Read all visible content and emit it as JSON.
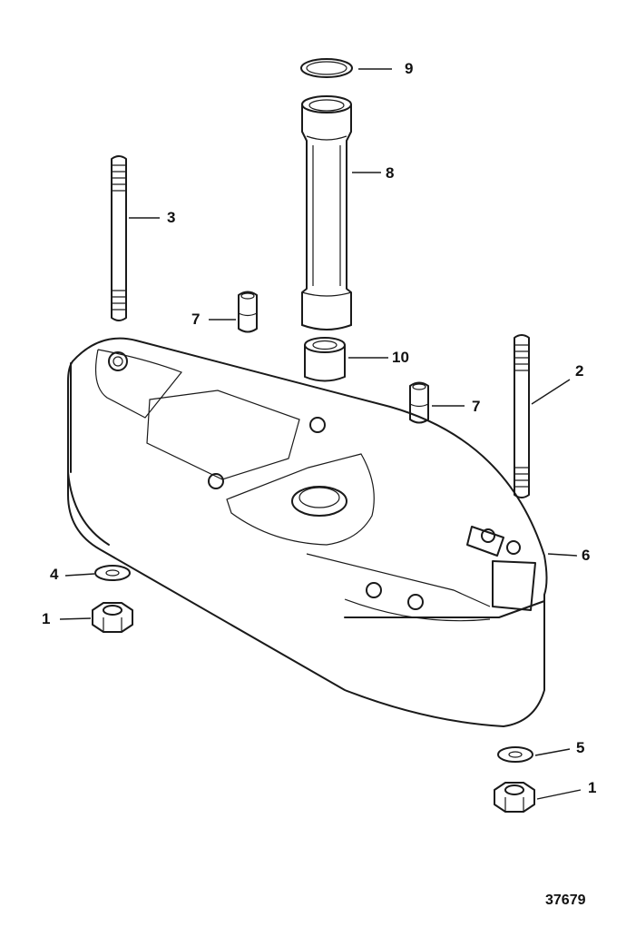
{
  "figure_id": "37679",
  "callouts": [
    {
      "id": "callout-9",
      "label": "9"
    },
    {
      "id": "callout-8",
      "label": "8"
    },
    {
      "id": "callout-3",
      "label": "3"
    },
    {
      "id": "callout-7-left",
      "label": "7"
    },
    {
      "id": "callout-10",
      "label": "10"
    },
    {
      "id": "callout-2",
      "label": "2"
    },
    {
      "id": "callout-7-right",
      "label": "7"
    },
    {
      "id": "callout-6",
      "label": "6"
    },
    {
      "id": "callout-4",
      "label": "4"
    },
    {
      "id": "callout-1-left",
      "label": "1"
    },
    {
      "id": "callout-5",
      "label": "5"
    },
    {
      "id": "callout-1-right",
      "label": "1"
    }
  ]
}
